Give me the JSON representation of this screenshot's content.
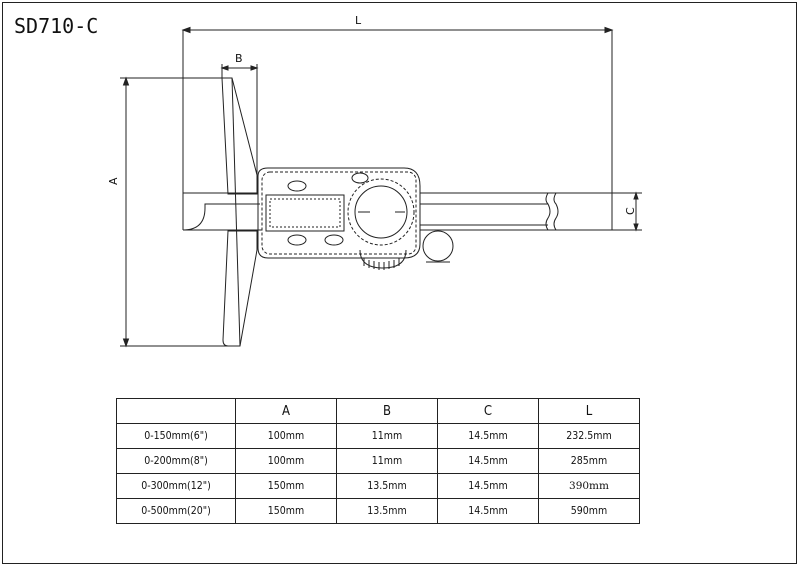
{
  "model": "SD710-C",
  "dimension_labels": {
    "L": "L",
    "B": "B",
    "A": "A",
    "C": "C"
  },
  "table": {
    "headers": [
      "",
      "A",
      "B",
      "C",
      "L"
    ],
    "rows": [
      [
        "0-150mm(6\")",
        "100mm",
        "11mm",
        "14.5mm",
        "232.5mm"
      ],
      [
        "0-200mm(8\")",
        "100mm",
        "11mm",
        "14.5mm",
        "285mm"
      ],
      [
        "0-300mm(12\")",
        "150mm",
        "13.5mm",
        "14.5mm",
        "390mm"
      ],
      [
        "0-500mm(20\")",
        "150mm",
        "13.5mm",
        "14.5mm",
        "590mm"
      ]
    ]
  }
}
